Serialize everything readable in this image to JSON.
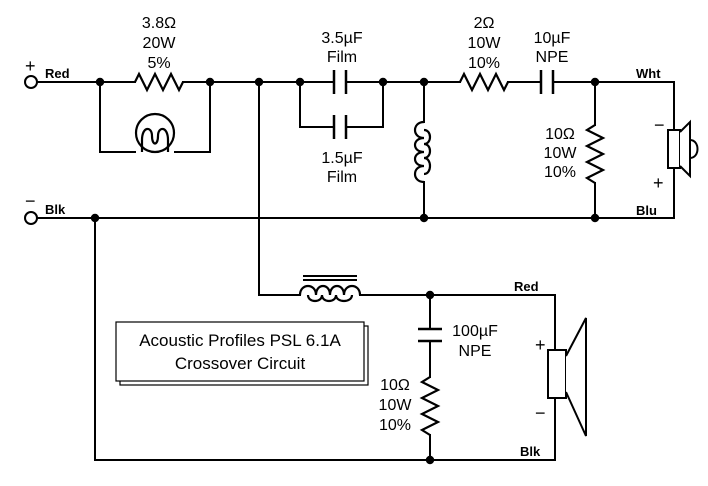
{
  "diagram": {
    "title_line1": "Acoustic Profiles PSL 6.1A",
    "title_line2": "Crossover Circuit",
    "inputs": {
      "plus_sign": "+",
      "minus_sign": "−",
      "pos_label": "Red",
      "neg_label": "Blk"
    },
    "series_resistor": {
      "value": "3.8Ω",
      "power": "20W",
      "tolerance": "5%"
    },
    "cap_film_a": {
      "value": "3.5µF",
      "type": "Film"
    },
    "cap_film_b": {
      "value": "1.5µF",
      "type": "Film"
    },
    "tweeter_resistor": {
      "value": "2Ω",
      "power": "10W",
      "tolerance": "10%"
    },
    "tweeter_cap": {
      "value": "10µF",
      "type": "NPE"
    },
    "shunt_resistor": {
      "value": "10Ω",
      "power": "10W",
      "tolerance": "10%"
    },
    "tweeter": {
      "plus_wire": "Wht",
      "minus_wire": "Blu",
      "minus_sign": "−",
      "plus_sign": "+"
    },
    "woofer_cap": {
      "value": "100µF",
      "type": "NPE"
    },
    "woofer_resistor": {
      "value": "10Ω",
      "power": "10W",
      "tolerance": "10%"
    },
    "woofer": {
      "plus_wire": "Red",
      "minus_wire": "Blk",
      "plus_sign": "+",
      "minus_sign": "−"
    }
  }
}
